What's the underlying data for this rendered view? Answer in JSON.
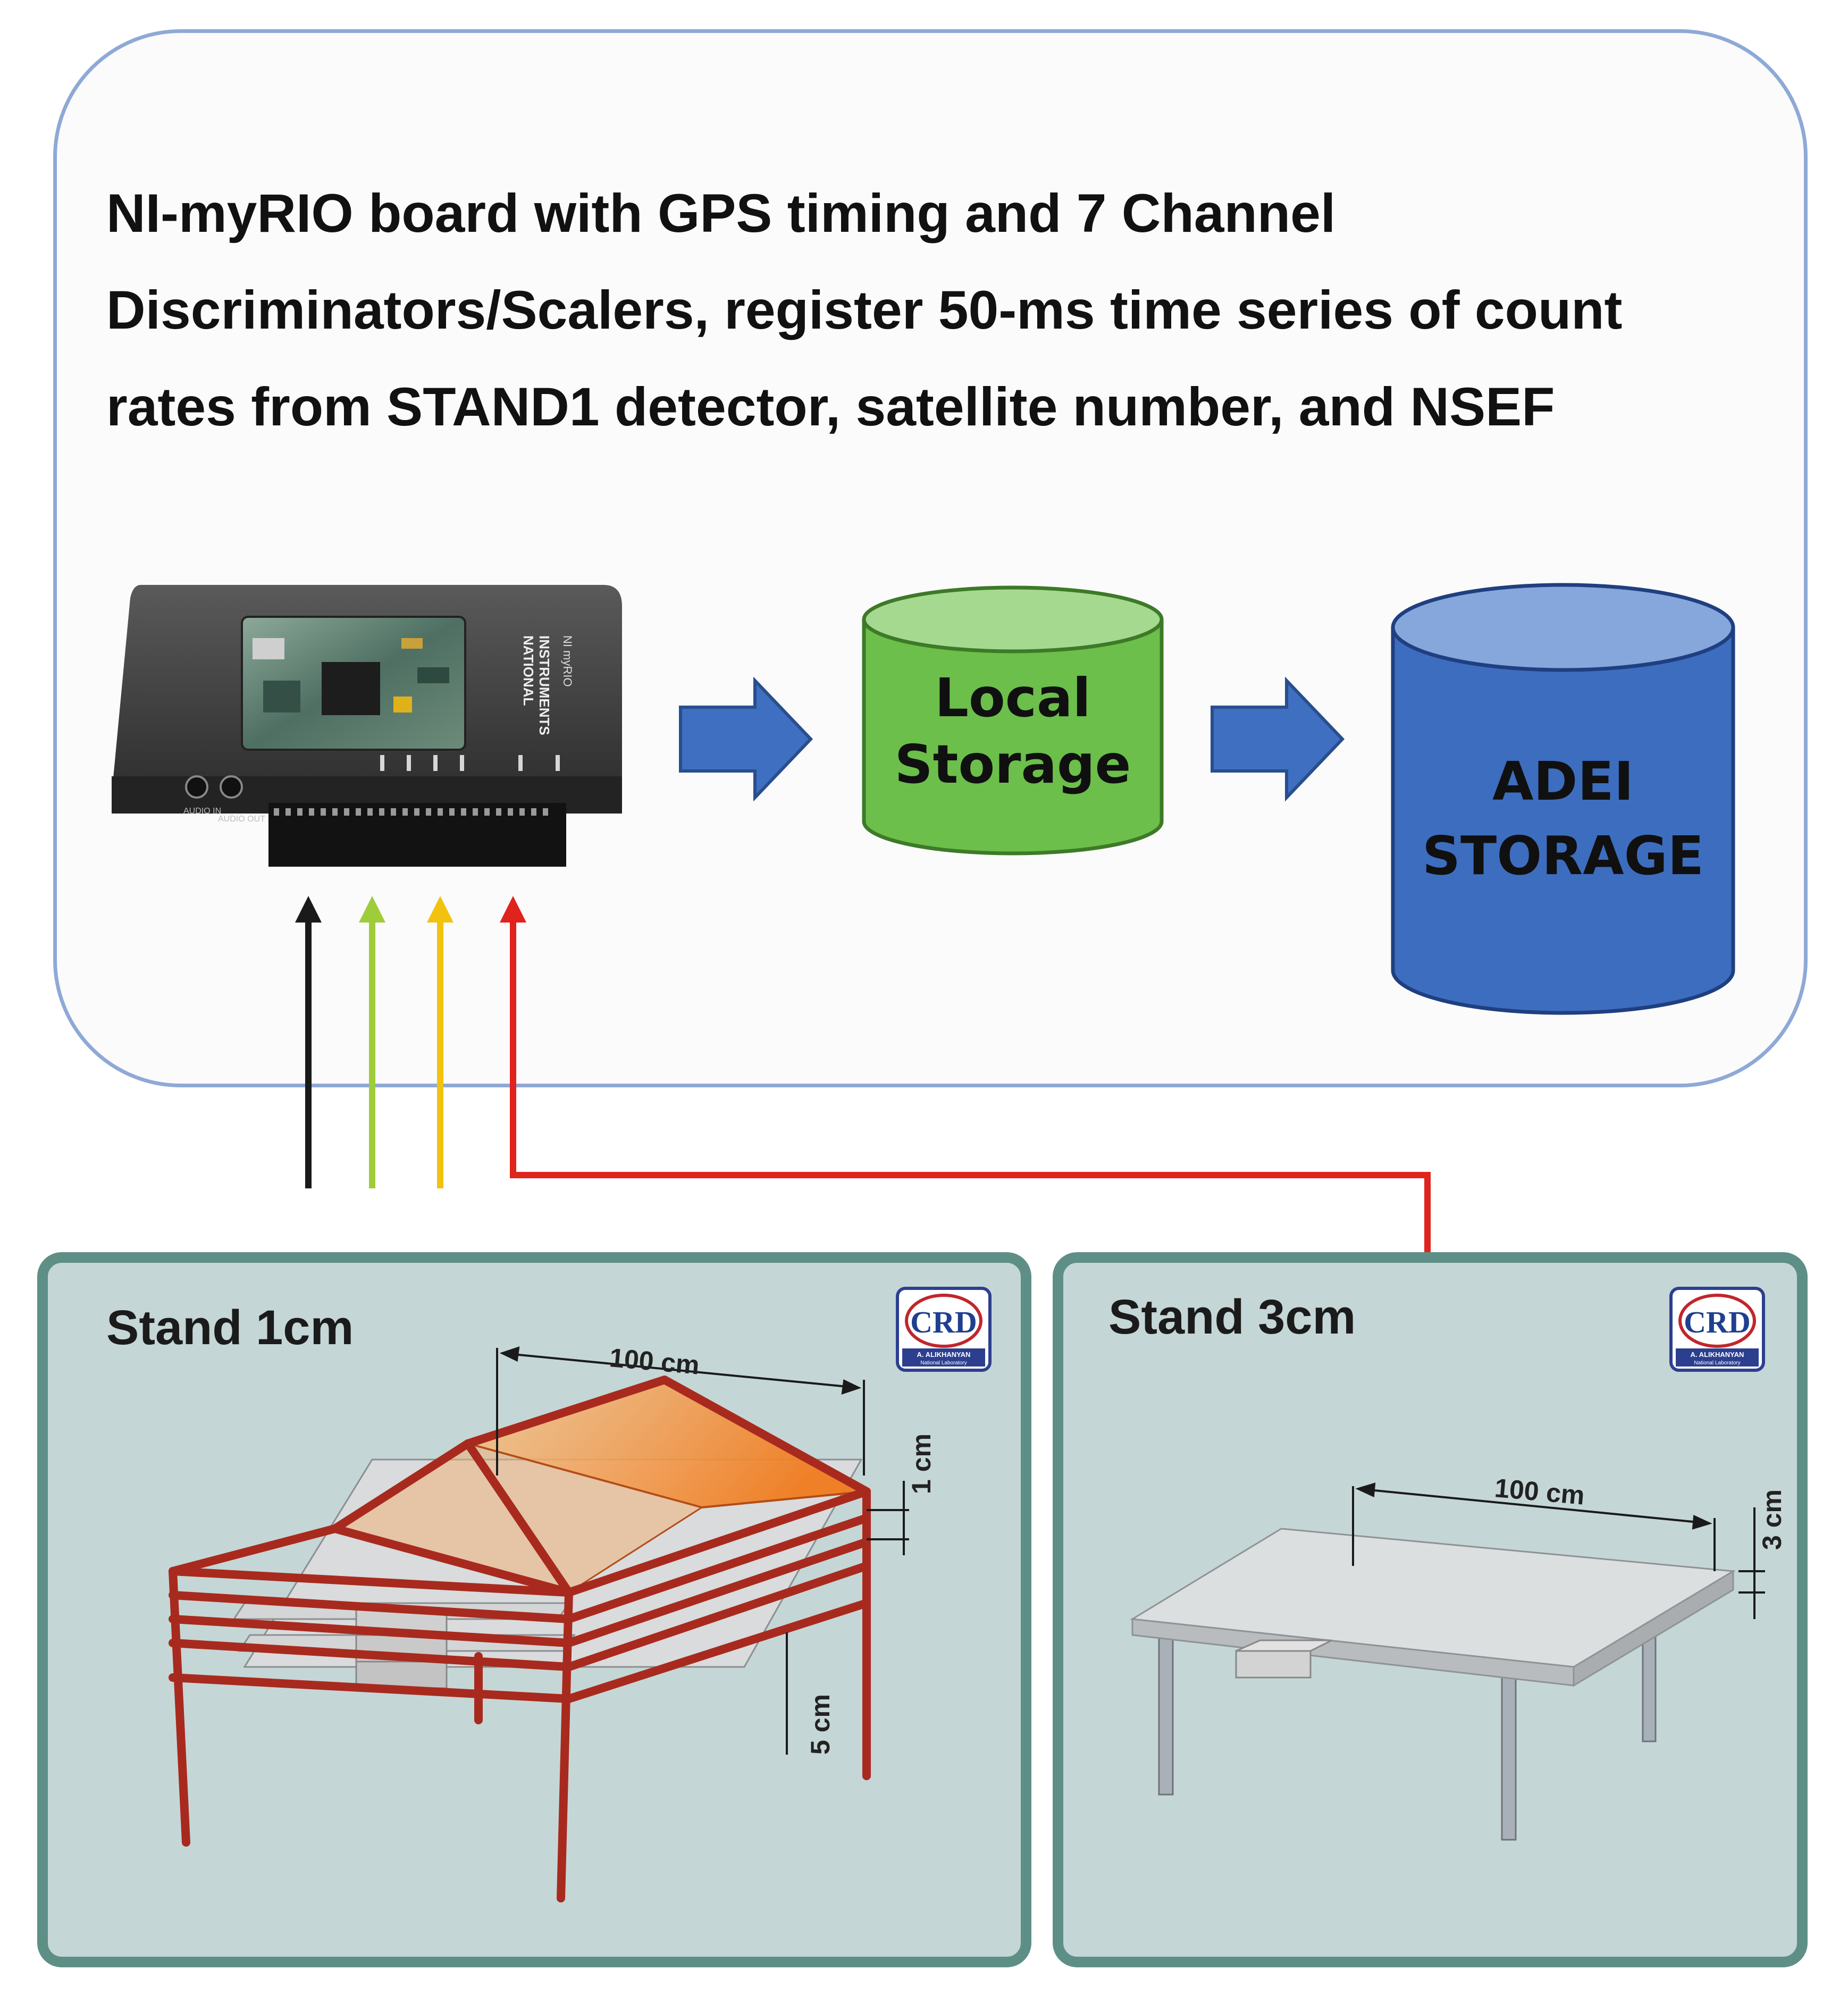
{
  "description": {
    "line1": "NI-myRIO board with GPS timing and 7 Channel",
    "line2": "Discriminators/Scalers, register 50-ms time series of count",
    "line3": "rates from STAND1 detector, satellite number, and NSEF"
  },
  "device": {
    "brand_line1": "NATIONAL",
    "brand_line2": "INSTRUMENTS",
    "model": "NI myRIO",
    "port_audio_in": "AUDIO IN",
    "port_audio_out": "AUDIO OUT"
  },
  "storage": {
    "local_line1": "Local",
    "local_line2": "Storage",
    "adei_line1": "ADEI",
    "adei_line2": "STORAGE"
  },
  "stand1": {
    "title": "Stand 1cm",
    "width_label": "100 cm",
    "thickness_label": "1 cm",
    "spacing_label": "5 cm"
  },
  "stand3": {
    "title": "Stand 3cm",
    "width_label": "100 cm",
    "thickness_label": "3 cm"
  },
  "logo": {
    "line1": "A. ALIKHANYAN",
    "line2": "National Laboratory"
  },
  "colors": {
    "panel_border": "#8fa9d6",
    "arrow_blue": "#3f6fc0",
    "local_storage": "#6cbf4a",
    "adei_storage": "#3d6dbf",
    "stand_border": "#5e8f86",
    "stand_bg": "#c5d6d6",
    "signal_black": "#1a1a1a",
    "signal_green": "#9fcc3b",
    "signal_yellow": "#f2c20f",
    "signal_red": "#e0231c",
    "frame_red": "#a82a1e"
  }
}
